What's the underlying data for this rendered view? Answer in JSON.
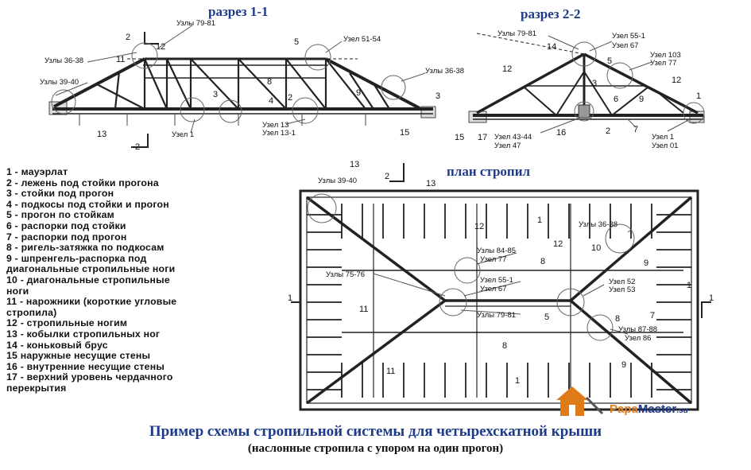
{
  "titles": {
    "section_1": "разрез 1-1",
    "section_2": "разрез 2-2",
    "plan": "план стропил"
  },
  "legend": [
    "1 - мауэрлат",
    "2 - лежень под стойки прогона",
    "3 - стойки под прогон",
    "4 - подкосы под стойки и прогон",
    "5 - прогон по стойкам",
    "6 -  распорки под стойки",
    "7 - распорки под прогон",
    "8 - ригель-затяжка по подкосам",
    "9 - шпренгель-распорка под",
    "диагональные стропильные ноги",
    "10 - диагональные стропильные",
    "ноги",
    "11 - нарожники (короткие угловые",
    "стропила)",
    "12 - стропильные ногим",
    "13 - кобылки стропильных ног",
    "14 - коньковый брус",
    "15 наружные несущие стены",
    "16 - внутренние несущие стены",
    "17 - верхний уровень чердачного",
    "перекрытия"
  ],
  "section1_labels": {
    "nodes_79_81": "Узлы 79-81",
    "nodes_36_38": "Узлы 36-38",
    "nodes_39_40": "Узлы 39-40",
    "node_51_54": "Узел 51-54",
    "nodes_36_38_right": "Узлы 36-38",
    "node_13": "Узел 13",
    "node_13_1": "Узел 13-1",
    "node_1": "Узел 1",
    "n2a": "2",
    "n2b": "2",
    "n11": "11",
    "n12": "12",
    "n5": "5",
    "n8": "8",
    "n3": "3",
    "n4": "4",
    "n2c": "2",
    "n9": "9",
    "n13": "13",
    "n15": "15",
    "n3b": "3"
  },
  "section2_labels": {
    "nodes_79_81": "Узлы 79-81",
    "node_55_1": "Узел 55-1",
    "node_67": "Узел 67",
    "node_103": "Узел 103",
    "node_77": "Узел 77",
    "node_43_44": "Узел 43-44",
    "node_47": "Узел 47",
    "node_1": "Узел 1",
    "node_01": "Узел 01",
    "n14": "14",
    "n5": "5",
    "n12": "12",
    "n3": "3",
    "n6": "6",
    "n12b": "12",
    "n9": "9",
    "n1": "1",
    "n15": "15",
    "n17": "17",
    "n16": "16",
    "n2": "2",
    "n7": "7"
  },
  "plan_labels": {
    "nodes_39_40": "Узлы 39-40",
    "nodes_84_85": "Узлы 84-85",
    "node_77": "Узел 77",
    "nodes_75_76": "Узлы 75-76",
    "node_55_1": "Узел 55-1",
    "node_67": "Узел 67",
    "nodes_79_81": "Узлы 79-81",
    "nodes_36_38": "Узлы 36-38",
    "node_52": "Узел 52",
    "node_53": "Узел 53",
    "nodes_87_88": "Узлы 87-88",
    "node_86": "Узел 86",
    "n13a": "13",
    "n2": "2",
    "n13b": "13",
    "n12a": "12",
    "n1a": "1",
    "n8a": "8",
    "n12b": "12",
    "n10": "10",
    "n9a": "9",
    "n1b": "1",
    "n11a": "11",
    "n5": "5",
    "n7": "7",
    "n8b": "8",
    "n8c": "8",
    "n11b": "11",
    "n1c": "1",
    "n9b": "9",
    "sec1_left": "1",
    "sec1_right": "1"
  },
  "caption": {
    "title": "Пример схемы стропильной системы для четырехскатной крыши",
    "subtitle": "(наслонные стропила с упором на один прогон)"
  },
  "brand": {
    "part1": "Papa",
    "part2": "Master",
    "suffix": ".su"
  },
  "colors": {
    "title_blue": "#1e3a8a",
    "brand_orange": "#e07b1a",
    "brand_blue": "#1e3a8a"
  }
}
